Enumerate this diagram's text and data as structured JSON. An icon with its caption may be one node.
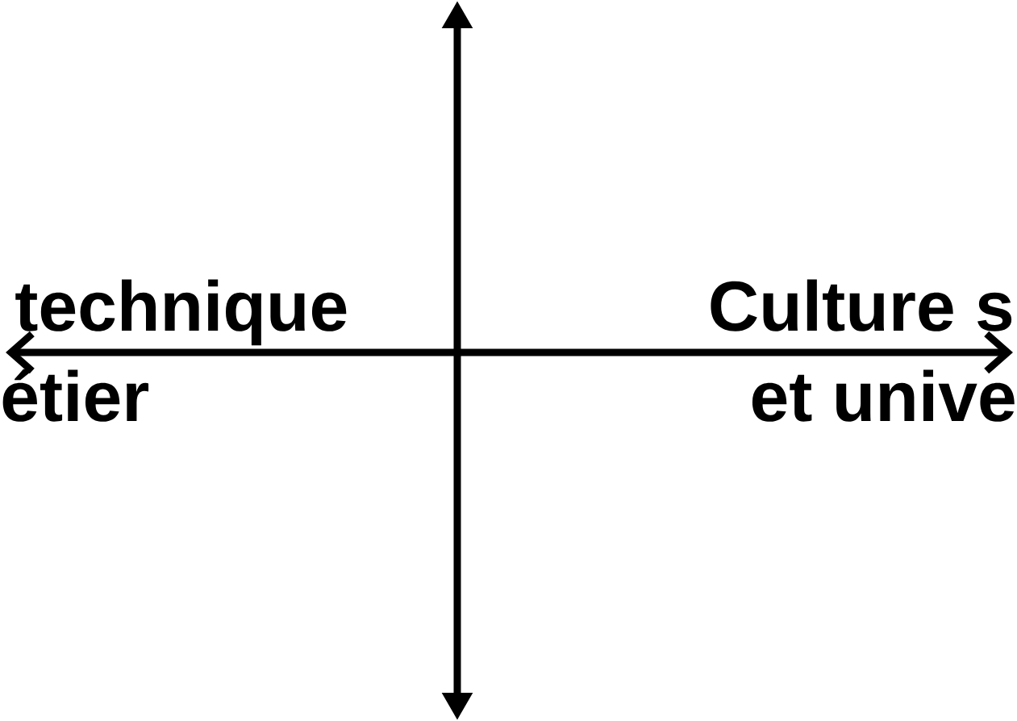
{
  "diagram": {
    "labels": [
      "technique",
      "étier",
      "Culture s",
      "et unive"
    ]
  }
}
